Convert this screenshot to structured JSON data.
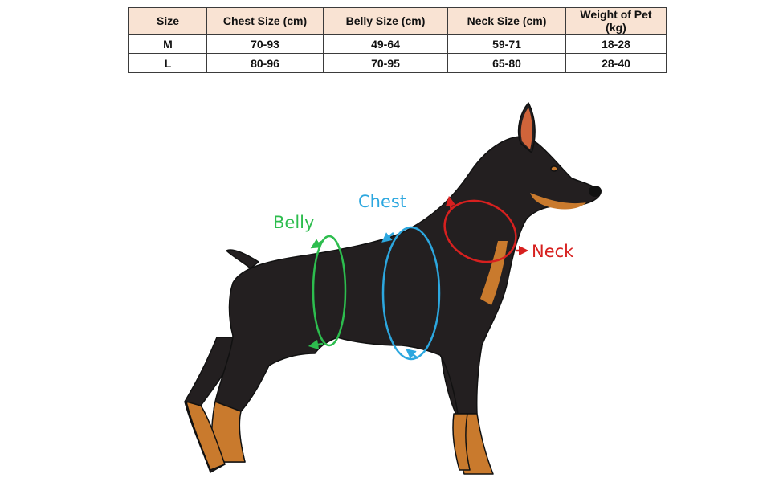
{
  "table": {
    "headers": [
      "Size",
      "Chest Size (cm)",
      "Belly Size (cm)",
      "Neck Size (cm)",
      "Weight of Pet (kg)"
    ],
    "rows": [
      [
        "M",
        "70-93",
        "49-64",
        "59-71",
        "18-28"
      ],
      [
        "L",
        "80-96",
        "70-95",
        "65-80",
        "28-40"
      ]
    ]
  },
  "diagram": {
    "belly_label": "Belly",
    "chest_label": "Chest",
    "neck_label": "Neck"
  },
  "colors": {
    "header_bg": "#f9e3d3",
    "border": "#3b3b3b",
    "dog_body": "#231f20",
    "dog_tan": "#c97a2d",
    "ear_inner": "#d0643a",
    "belly": "#2dbd4e",
    "chest": "#2ca7df",
    "neck": "#d7201f"
  }
}
